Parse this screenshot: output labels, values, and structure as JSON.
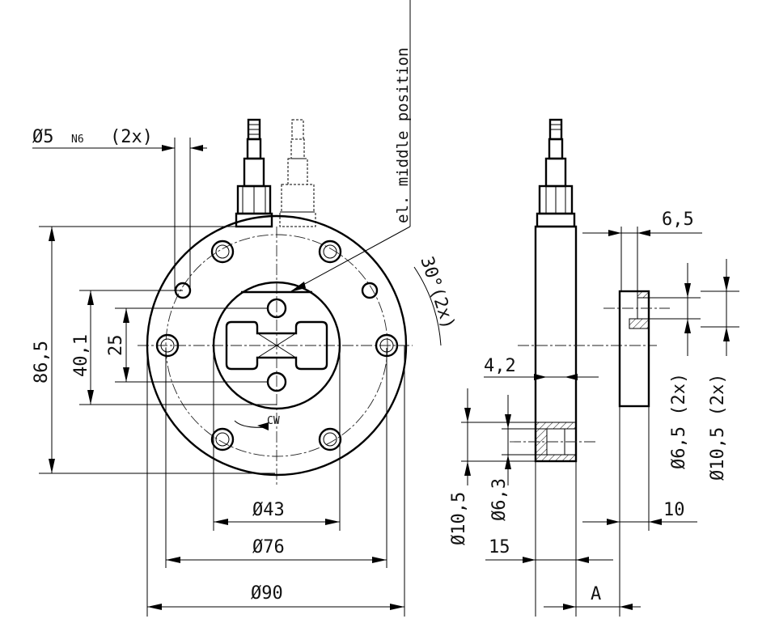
{
  "dimensions": {
    "hole_dia": "Ø5",
    "hole_tol": "N6",
    "hole_count": "(2x)",
    "el_middle": "el. middle position",
    "height_86_5": "86,5",
    "height_40_1": "40,1",
    "height_25": "25",
    "dia_43": "Ø43",
    "dia_76": "Ø76",
    "dia_90": "Ø90",
    "angle_30": "30°(2x)",
    "cw": "CW",
    "d_6_5": "6,5",
    "d_4_2": "4,2",
    "d_6_5_2x": "Ø6,5 (2x)",
    "d_10_5_2x": "Ø10,5 (2x)",
    "d_10_5": "Ø10,5",
    "d_6_3": "Ø6,3",
    "d_10": "10",
    "d_15": "15",
    "d_A": "A"
  }
}
